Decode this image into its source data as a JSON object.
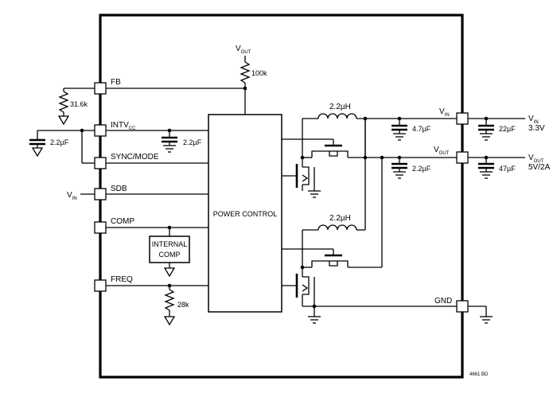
{
  "colors": {
    "ink": "#000000",
    "background": "#ffffff"
  },
  "pins": {
    "fb": "FB",
    "intvcc_main": "INTV",
    "intvcc_sub": "CC",
    "sync_mode": "SYNC/MODE",
    "sdb": "SDB",
    "comp": "COMP",
    "freq": "FREQ",
    "vin_main": "V",
    "vin_sub": "IN",
    "vout_main": "V",
    "vout_sub": "OUT",
    "gnd": "GND"
  },
  "blocks": {
    "power_control": "POWER CONTROL",
    "internal_line1": "INTERNAL",
    "internal_line2": "COMP"
  },
  "components": {
    "r_top_supply_main": "V",
    "r_top_supply_sub": "OUT",
    "r_top_value": "100k",
    "r_fb_value": "31.6k",
    "c_intvcc_ext": "2.2µF",
    "c_intvcc_int": "2.2µF",
    "vin_sdb_main": "V",
    "vin_sdb_sub": "IN",
    "r_freq_value": "28k",
    "l_top": "2.2µH",
    "l_bottom": "2.2µH",
    "c_vin_int": "4.7µF",
    "c_vout_int": "2.2µF",
    "c_vin_ext": "22µF",
    "c_vout_ext": "47µF"
  },
  "external": {
    "vin_main": "V",
    "vin_sub": "IN",
    "vin_value": "3.3V",
    "vout_main": "V",
    "vout_sub": "OUT",
    "vout_value": "5V/2A"
  },
  "figure_id": "4661 BD"
}
